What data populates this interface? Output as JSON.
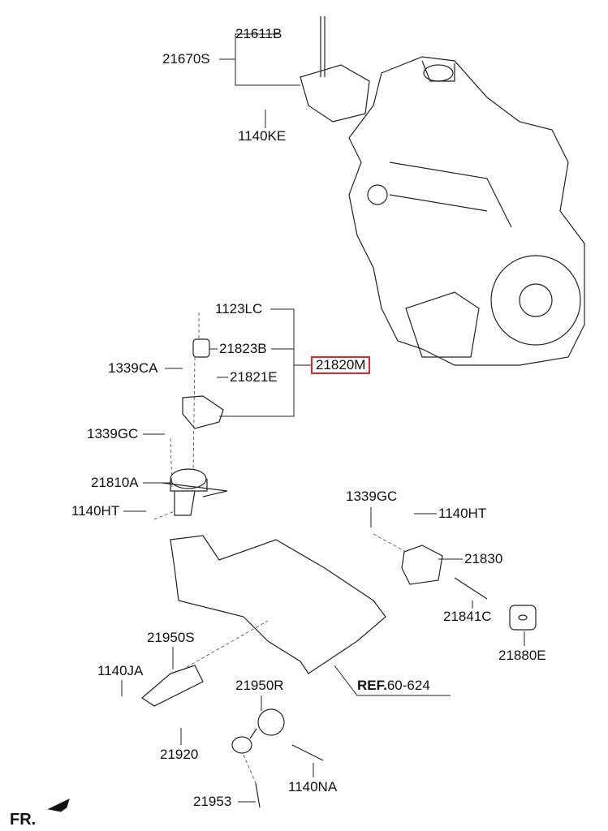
{
  "title_box_part": "21820M",
  "labels": {
    "p21611B": "21611B",
    "p21670S": "21670S",
    "p1140KE": "1140KE",
    "p1123LC": "1123LC",
    "p21823B": "21823B",
    "p1339CA": "1339CA",
    "p21821E": "21821E",
    "p1339GC_left": "1339GC",
    "p21810A": "21810A",
    "p1140HT_left": "1140HT",
    "p1339GC_right": "1339GC",
    "p1140HT_right": "1140HT",
    "p21830": "21830",
    "p21841C": "21841C",
    "p21880E": "21880E",
    "p21950S": "21950S",
    "p1140JA": "1140JA",
    "p21950R": "21950R",
    "p21920": "21920",
    "p1140NA": "1140NA",
    "p21953": "21953"
  },
  "reference": {
    "prefix": "REF.",
    "number": "60-624"
  },
  "direction": "FR.",
  "colors": {
    "highlight_box": "#e0262b",
    "line": "#111111"
  }
}
